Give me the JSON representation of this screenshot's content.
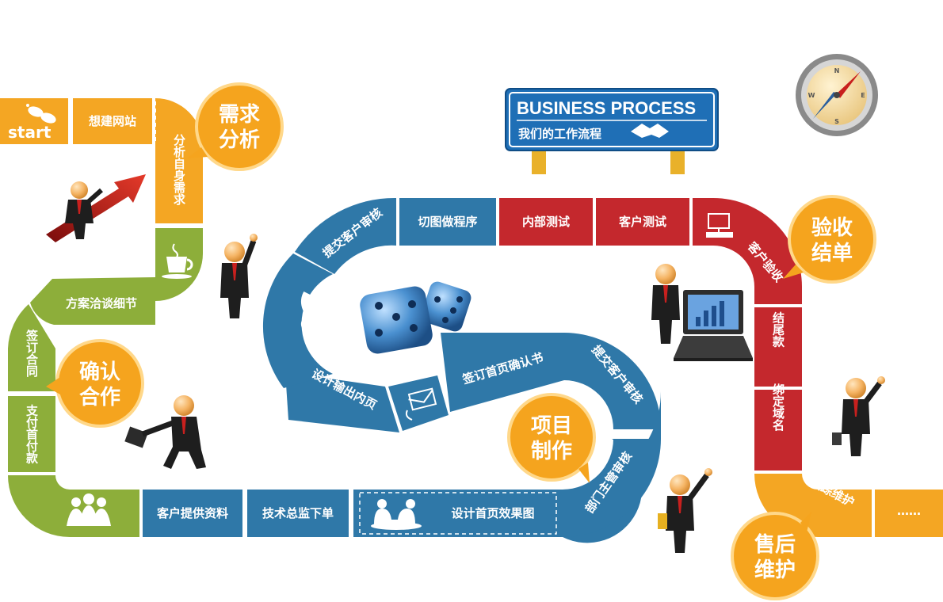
{
  "colors": {
    "orange": "#f4a623",
    "green": "#8dae3a",
    "blue": "#2f78a8",
    "red": "#c4282d",
    "sign": "#1f6fb6",
    "bubble": "#f5a41e"
  },
  "sign": {
    "title": "BUSINESS PROCESS",
    "subtitle": "我们的工作流程"
  },
  "start_label": "start",
  "steps": {
    "s01": "想建网站",
    "s02": "分析自身需求",
    "s03": "方案洽谈细节",
    "s04": "签订合同",
    "s05": "支付首付款",
    "s06": "客户提供资料",
    "s07": "技术总监下单",
    "s08": "设计首页效果图",
    "s09": "部门主管审核",
    "s10": "提交客户审核",
    "s11": "签订首页确认书",
    "s12": "设计输出内页",
    "s13": "提交客户审核",
    "s14": "切图做程序",
    "s15": "内部测试",
    "s16": "客户测试",
    "s17": "客户验收",
    "s18": "结尾款",
    "s19": "绑定域名",
    "s20": "跟踪维护",
    "s21": "……"
  },
  "bubbles": {
    "b1": [
      "需求",
      "分析"
    ],
    "b2": [
      "确认",
      "合作"
    ],
    "b3": [
      "项目",
      "制作"
    ],
    "b4": [
      "验收",
      "结单"
    ],
    "b5": [
      "售后",
      "维护"
    ]
  },
  "icons": [
    "footprints-icon",
    "coffee-cup-icon",
    "meeting-people-icon",
    "handshake-icon",
    "telephone-icon",
    "envelope-icon",
    "computer-icon",
    "compass-icon",
    "dice-icon",
    "laptop-icon",
    "growth-arrow-icon",
    "businessman-icon"
  ]
}
